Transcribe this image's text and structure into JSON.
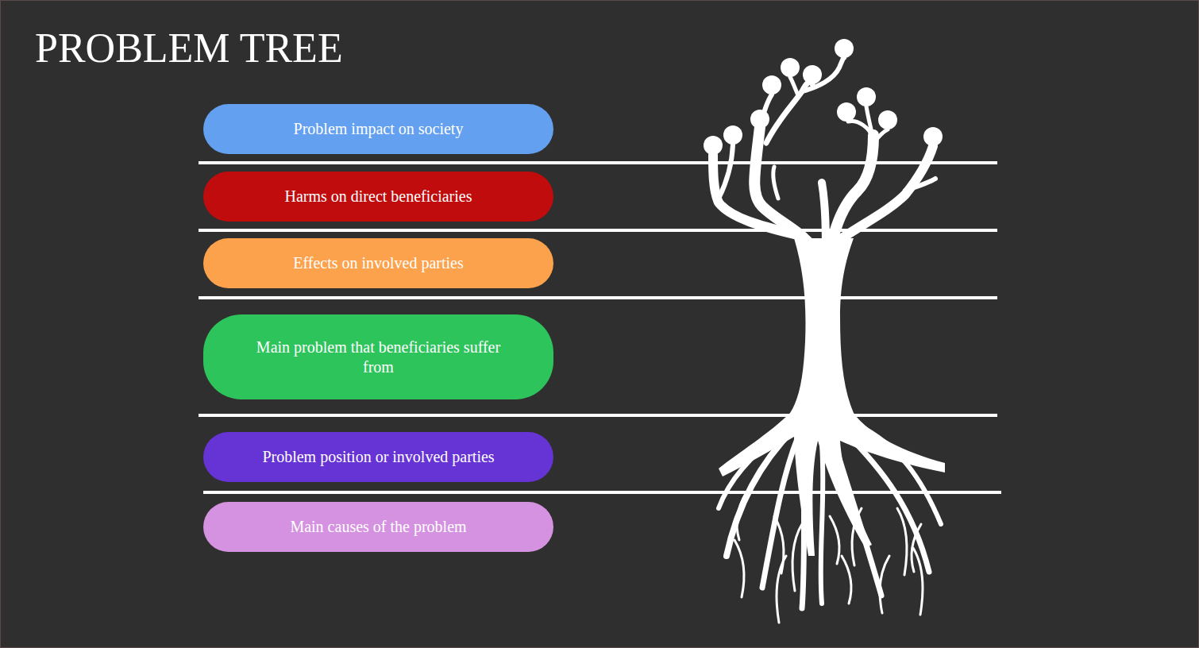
{
  "diagram": {
    "title": "PROBLEM TREE",
    "nodes": [
      {
        "text": [
          "Problem impact on society"
        ]
      },
      {
        "text": [
          "Harms on direct beneficiaries"
        ]
      },
      {
        "text": [
          "Effects on involved parties"
        ]
      },
      {
        "text": [
          "Main problem that beneficiaries suffer from"
        ]
      },
      {
        "text": [
          "Problem position or involved parties"
        ]
      },
      {
        "text": [
          "Main causes of the problem"
        ]
      }
    ]
  }
}
